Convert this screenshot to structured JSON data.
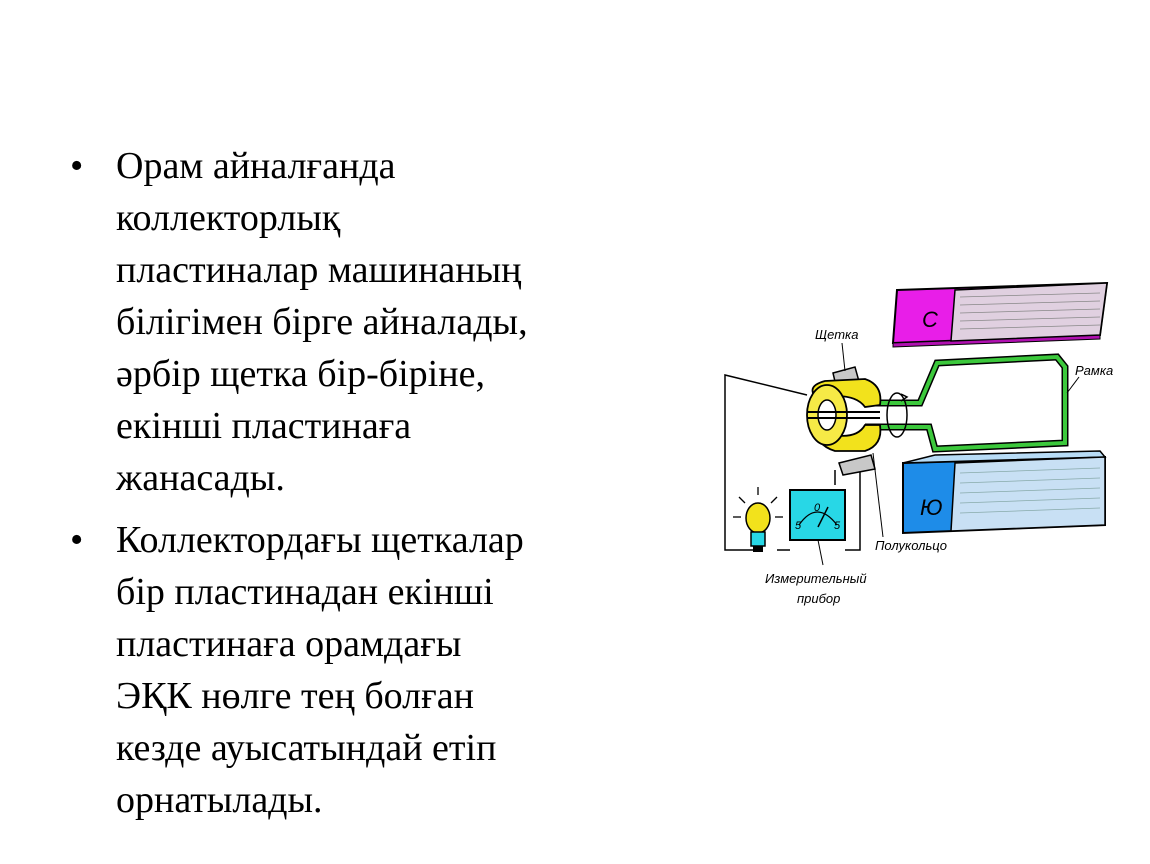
{
  "bullets": [
    {
      "lines": [
        "Орам айналғанда",
        "коллекторлық",
        "пластиналар машинаның",
        "білігімен бірге айналады,",
        "әрбір щетка бір-біріне,",
        "екінші пластинаға",
        "жанасады."
      ]
    },
    {
      "lines": [
        "Коллектордағы щеткалар",
        "бір пластинадан екінші",
        "пластинаға орамдағы",
        "ЭҚК нөлге тең болған",
        "кезде ауысатындай етіп",
        "орнатылады."
      ]
    }
  ],
  "diagram": {
    "labels": {
      "brush": "Щетка",
      "frame": "Рамка",
      "half_ring": "Полукольцо",
      "meter_line1": "Измерительный",
      "meter_line2": "прибор"
    },
    "poles": {
      "north": "С",
      "south": "Ю"
    },
    "meter_scale": {
      "left": "5",
      "center": "0",
      "right": "5"
    },
    "colors": {
      "north_pole": "#e81ee8",
      "south_pole": "#1e8ce8",
      "frame": "#3cc83c",
      "collector": "#f2e21c",
      "meter": "#28d7e6",
      "bulb_base": "#28d7e6"
    }
  }
}
